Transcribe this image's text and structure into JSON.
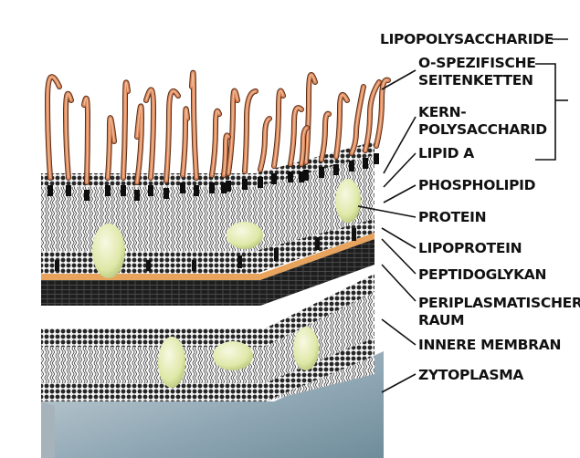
{
  "labels": {
    "lipopolysaccharide": "LIPOPOLYSACCHARIDE",
    "o_side_chains_line1": "O-SPEZIFISCHE",
    "o_side_chains_line2": "SEITENKETTEN",
    "core_line1": "KERN-",
    "core_line2": "POLYSACCHARID",
    "lipid_a": "LIPID A",
    "phospholipid": "PHOSPHOLIPID",
    "protein": "PROTEIN",
    "lipoprotein": "LIPOPROTEIN",
    "peptidoglycan": "PEPTIDOGLYKAN",
    "periplasm_line1": "PERIPLASMATISCHER",
    "periplasm_line2": "RAUM",
    "inner_membrane": "INNERE MEMBRAN",
    "cytoplasm": "ZYTOPLASMA"
  },
  "colors": {
    "chain": "#d9865a",
    "chain_light": "#f2bd98",
    "peptidoglycan": "#e8a35c",
    "protein": "#dfe8a8",
    "cytoplasm": "#8fa7b4",
    "lipid_head": "#2b2b2b"
  }
}
